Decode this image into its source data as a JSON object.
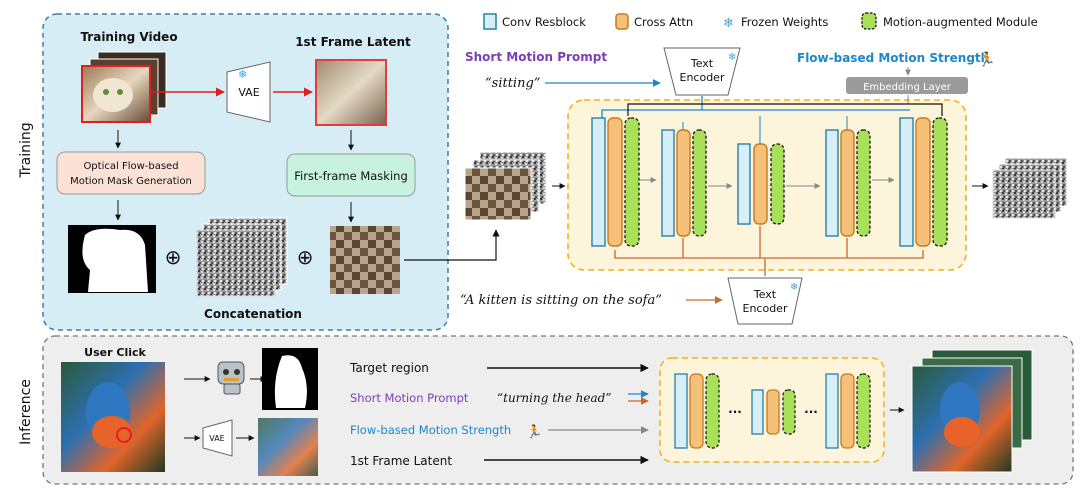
{
  "legend": {
    "conv": "Conv Resblock",
    "cross": "Cross Attn",
    "frozen": "Frozen Weights",
    "motion": "Motion-augmented Module"
  },
  "colors": {
    "conv": "#d8eef6",
    "cross": "#f5c07a",
    "motion": "#a8e05a",
    "panel_blue": "#d7edf6",
    "panel_yellow": "#fdf4dc",
    "panel_gray": "#eeeeee",
    "accent_blue": "#1c87c9",
    "accent_purple": "#7b3fb3",
    "arrow_red": "#e02020",
    "arrow_orange": "#c8682a"
  },
  "training": {
    "side_label": "Training",
    "training_video": "Training Video",
    "first_frame_latent": "1st Frame Latent",
    "vae": "VAE",
    "optical_flow_box": [
      "Optical Flow-based",
      "Motion Mask Generation"
    ],
    "first_frame_masking": "First-frame Masking",
    "concatenation": "Concatenation",
    "oplus": "⊕",
    "short_motion_prompt": "Short Motion Prompt",
    "short_motion_value": "“sitting”",
    "text_encoder": [
      "Text",
      "Encoder"
    ],
    "flow_strength": "Flow-based Motion Strength",
    "embedding_layer": "Embedding Layer",
    "long_prompt": "“A kitten is sitting on the sofa”"
  },
  "inference": {
    "side_label": "Inference",
    "user_click": "User Click",
    "vae": "VAE",
    "target_region": "Target region",
    "short_motion_prompt": "Short Motion Prompt",
    "short_motion_value": "“turning the head”",
    "flow_strength": "Flow-based Motion Strength",
    "first_frame_latent": "1st Frame Latent",
    "ellipsis": "···"
  }
}
